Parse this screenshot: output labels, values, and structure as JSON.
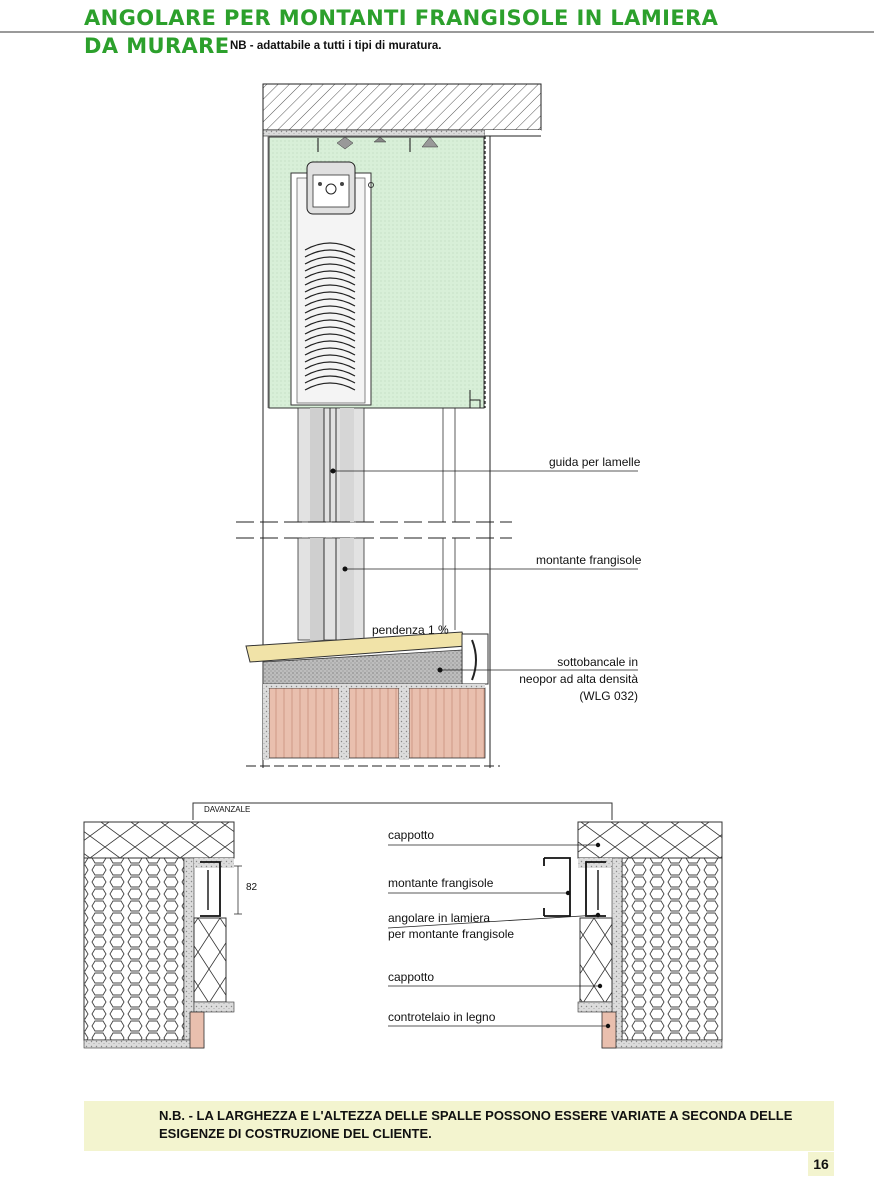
{
  "header": {
    "title_line1": "ANGOLARE PER MONTANTI FRANGISOLE IN LAMIERA",
    "title_line2": "DA MURARE",
    "subtitle": "NB - adattabile a tutti i tipi di muratura.",
    "title_color": "#2ca02c"
  },
  "section_view": {
    "labels": {
      "guide": "guida per lamelle",
      "post": "montante frangisole",
      "slope": "pendenza 1 %",
      "sill_insulation_1": "sottobancale in",
      "sill_insulation_2": "neopor ad alta densità",
      "sill_insulation_3": "(WLG 032)"
    }
  },
  "plan_view": {
    "labels": {
      "sill": "DAVANZALE",
      "dimension": "82",
      "insulation_top": "cappotto",
      "post": "montante frangisole",
      "bracket_1": "angolare in lamiera",
      "bracket_2": "per montante frangisole",
      "insulation_bottom": "cappotto",
      "subframe": "controtelaio in legno"
    }
  },
  "footer": {
    "note": "N.B. - LA LARGHEZZA E L'ALTEZZA DELLE SPALLE POSSONO ESSERE VARIATE A SECONDA DELLE ESIGENZE DI COSTRUZIONE DEL CLIENTE.",
    "page_number": "16"
  },
  "colors": {
    "insulation_green": "#d8efd8",
    "brick": "#e9bfae",
    "wood": "#f1e3a8",
    "note_bg": "#f3f4cf"
  }
}
